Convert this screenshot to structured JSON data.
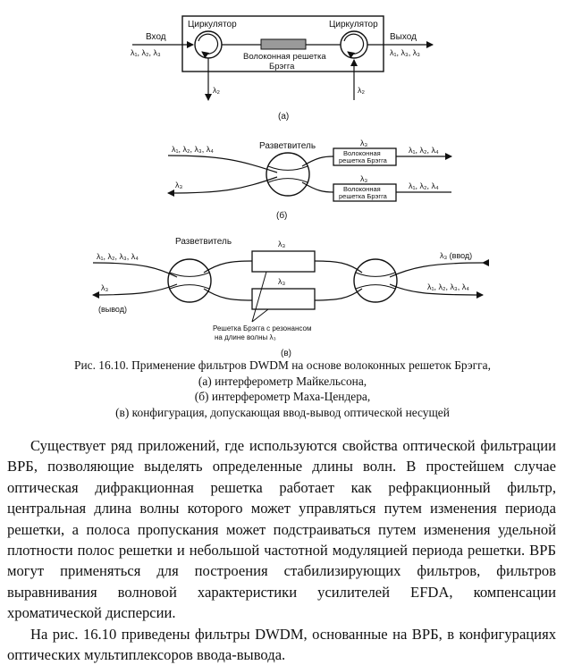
{
  "figure": {
    "a": {
      "circulator_left": "Циркулятор",
      "circulator_right": "Циркулятор",
      "input_label": "Вход",
      "input_signal": "λ₁, λ₂, λ₃",
      "output_label": "Выход",
      "output_signal": "λ₁, λ₃, λ₃",
      "grating_label": "Волоконная решетка",
      "grating_label2": "Брэгга",
      "drop": "λ₂",
      "add": "λ₂",
      "sub": "(а)"
    },
    "b": {
      "splitter": "Разветвитель",
      "input_signal": "λ₁, λ₂, λ₃, λ₄",
      "return_signal": "λ₃",
      "top_grating_lambda": "λ₃",
      "bottom_grating_lambda": "λ₃",
      "grating_line1": "Волоконная",
      "grating_line2": "решетка Брэгга",
      "top_output": "λ₁, λ₂, λ₄",
      "bottom_output": "λ₁, λ₂, λ₄",
      "sub": "(б)"
    },
    "c": {
      "splitter": "Разветвитель",
      "input_signal": "λ₁, λ₂, λ₃, λ₄",
      "drop_signal": "λ₃",
      "drop_label": "(вывод)",
      "top_grating_lambda": "λ₃",
      "bottom_grating_lambda": "λ₃",
      "add_signal": "λ₃ (ввод)",
      "right_output": "λ₁, λ₂, λ₃, λ₄",
      "note1": "Решетка Брэгга с резонансом",
      "note2": "на длине волны λ₃",
      "sub": "(в)"
    }
  },
  "caption": {
    "line1": "Рис. 16.10. Применение фильтров DWDM на основе волоконных решеток Брэгга,",
    "line2": "(а) интерферометр Майкельсона,",
    "line3": "(б) интерферометр Маха-Цендера,",
    "line4": "(в) конфигурация, допускающая ввод-вывод оптической несущей"
  },
  "body": {
    "p1": "Существует ряд приложений, где используются свойства оптической фильтрации ВРБ, позволяющие выделять определенные длины волн. В простейшем случае оптическая дифракционная решетка работает как рефракционный фильтр, центральная длина волны которого может управляться путем изменения периода решетки, а полоса пропускания может подстраиваться путем изменения удельной плотности полос решетки и небольшой частотной модуляцией периода решетки. ВРБ могут применяться для построения стабилизирующих фильтров, фильтров выравнивания волновой характеристики усилителей EFDA, компенсации хроматической дисперсии.",
    "p2": "На рис. 16.10 приведены фильтры DWDM, основанные на ВРБ, в конфигурациях оптических мультиплексоров ввода-вывода."
  }
}
